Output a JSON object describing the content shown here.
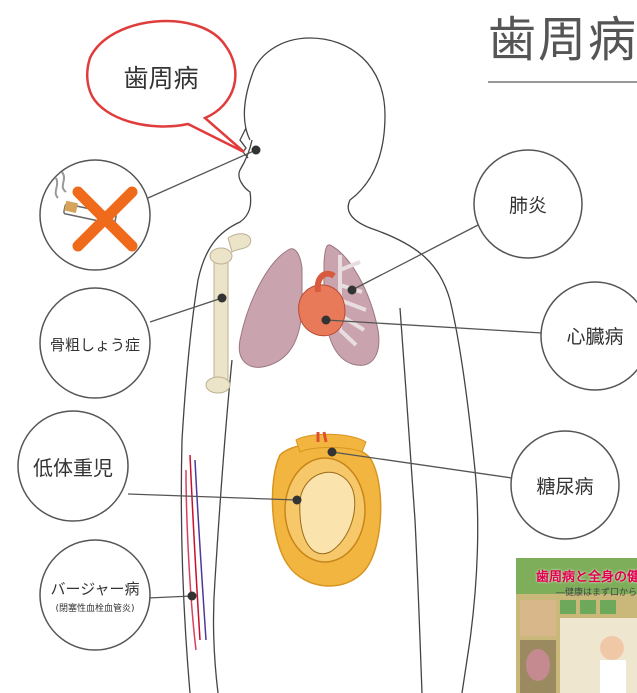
{
  "title": "歯周病",
  "speech_bubble": {
    "label": "歯周病"
  },
  "conditions": {
    "smoking": {
      "icon": "no-smoking-icon"
    },
    "osteoporosis": {
      "label": "骨粗しょう症"
    },
    "pneumonia": {
      "label": "肺炎"
    },
    "heart_disease": {
      "label": "心臓病"
    },
    "low_birth_weight": {
      "label": "低体重児"
    },
    "diabetes": {
      "label": "糖尿病"
    },
    "buerger": {
      "label": "バージャー病",
      "sub": "(閉塞性血栓血管炎)"
    }
  },
  "poster": {
    "title": "歯周病と全身の健",
    "subtitle": "―健康はまず口から―"
  },
  "colors": {
    "bubble_red": "#e03c3c",
    "line": "#555555",
    "lung": "#c9a3ad",
    "heart": "#e87a5a",
    "uterus": "#f2b640",
    "cross_orange": "#ef6a1a",
    "bone": "#ece4c8"
  }
}
